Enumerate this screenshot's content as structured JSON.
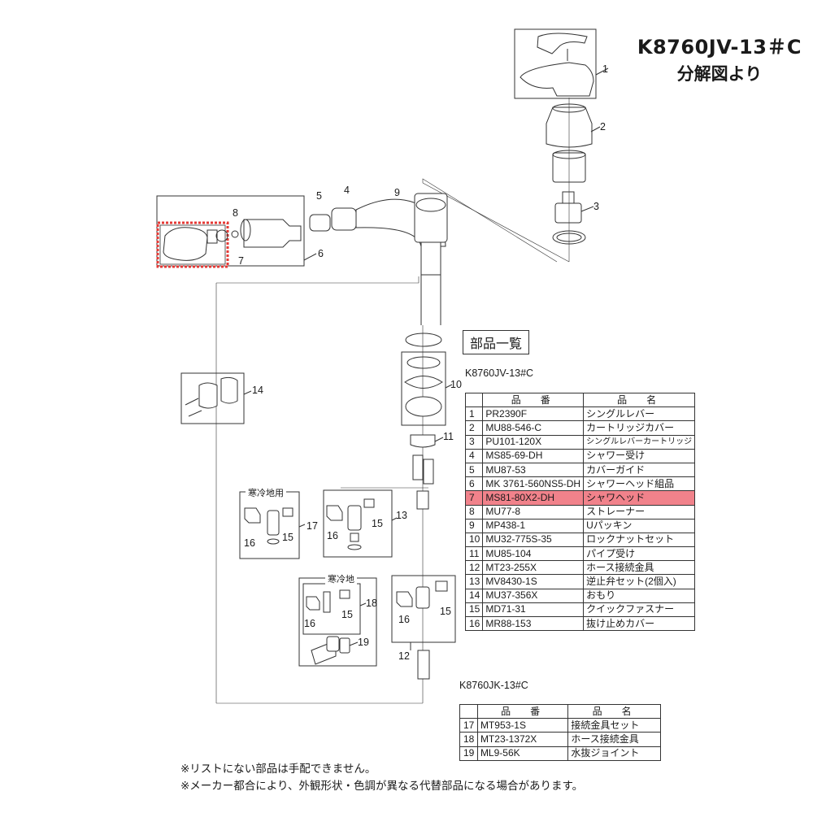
{
  "header": {
    "model": "K8760JV-13＃C",
    "subtitle": "分解図より"
  },
  "diagram": {
    "callouts": [
      "1",
      "2",
      "3",
      "4",
      "5",
      "6",
      "7",
      "8",
      "9",
      "10",
      "11",
      "12",
      "13",
      "14",
      "15",
      "16",
      "17",
      "18",
      "19"
    ],
    "group_labels": {
      "cold_region_use": "寒冷地用",
      "cold_region": "寒冷地"
    },
    "highlight_color": "#e53935",
    "highlighted_part": "7"
  },
  "parts_list": {
    "heading": "部品一覧",
    "table1": {
      "model": "K8760JV-13#C",
      "headers": [
        "",
        "品　番",
        "品　名"
      ],
      "rows": [
        {
          "no": "1",
          "part_no": "PR2390F",
          "name": "シングルレバー"
        },
        {
          "no": "2",
          "part_no": "MU88-546-C",
          "name": "カートリッジカバー"
        },
        {
          "no": "3",
          "part_no": "PU101-120X",
          "name": "シングルレバーカートリッジ"
        },
        {
          "no": "4",
          "part_no": "MS85-69-DH",
          "name": "シャワー受け"
        },
        {
          "no": "5",
          "part_no": "MU87-53",
          "name": "カバーガイド"
        },
        {
          "no": "6",
          "part_no": "MK 3761-560NS5-DH",
          "name": "シャワーヘッド組品"
        },
        {
          "no": "7",
          "part_no": "MS81-80X2-DH",
          "name": "シャワヘッド",
          "highlighted": true
        },
        {
          "no": "8",
          "part_no": "MU77-8",
          "name": "ストレーナー"
        },
        {
          "no": "9",
          "part_no": "MP438-1",
          "name": "Uパッキン"
        },
        {
          "no": "10",
          "part_no": "MU32-775S-35",
          "name": "ロックナットセット"
        },
        {
          "no": "11",
          "part_no": "MU85-104",
          "name": "パイプ受け"
        },
        {
          "no": "12",
          "part_no": "MT23-255X",
          "name": "ホース接続金具"
        },
        {
          "no": "13",
          "part_no": "MV8430-1S",
          "name": "逆止弁セット(2個入)"
        },
        {
          "no": "14",
          "part_no": "MU37-356X",
          "name": "おもり"
        },
        {
          "no": "15",
          "part_no": "MD71-31",
          "name": "クイックファスナー"
        },
        {
          "no": "16",
          "part_no": "MR88-153",
          "name": "抜け止めカバー"
        }
      ]
    },
    "table2": {
      "model": "K8760JK-13#C",
      "headers": [
        "",
        "品　番",
        "品　名"
      ],
      "rows": [
        {
          "no": "17",
          "part_no": "MT953-1S",
          "name": "接続金具セット"
        },
        {
          "no": "18",
          "part_no": "MT23-1372X",
          "name": "ホース接続金具"
        },
        {
          "no": "19",
          "part_no": "ML9-56K",
          "name": "水抜ジョイント"
        }
      ]
    },
    "highlight_row_color": "#f1828b"
  },
  "notes": [
    "※リストにない部品は手配できません。",
    "※メーカー都合により、外観形状・色調が異なる代替部品になる場合があります。"
  ]
}
